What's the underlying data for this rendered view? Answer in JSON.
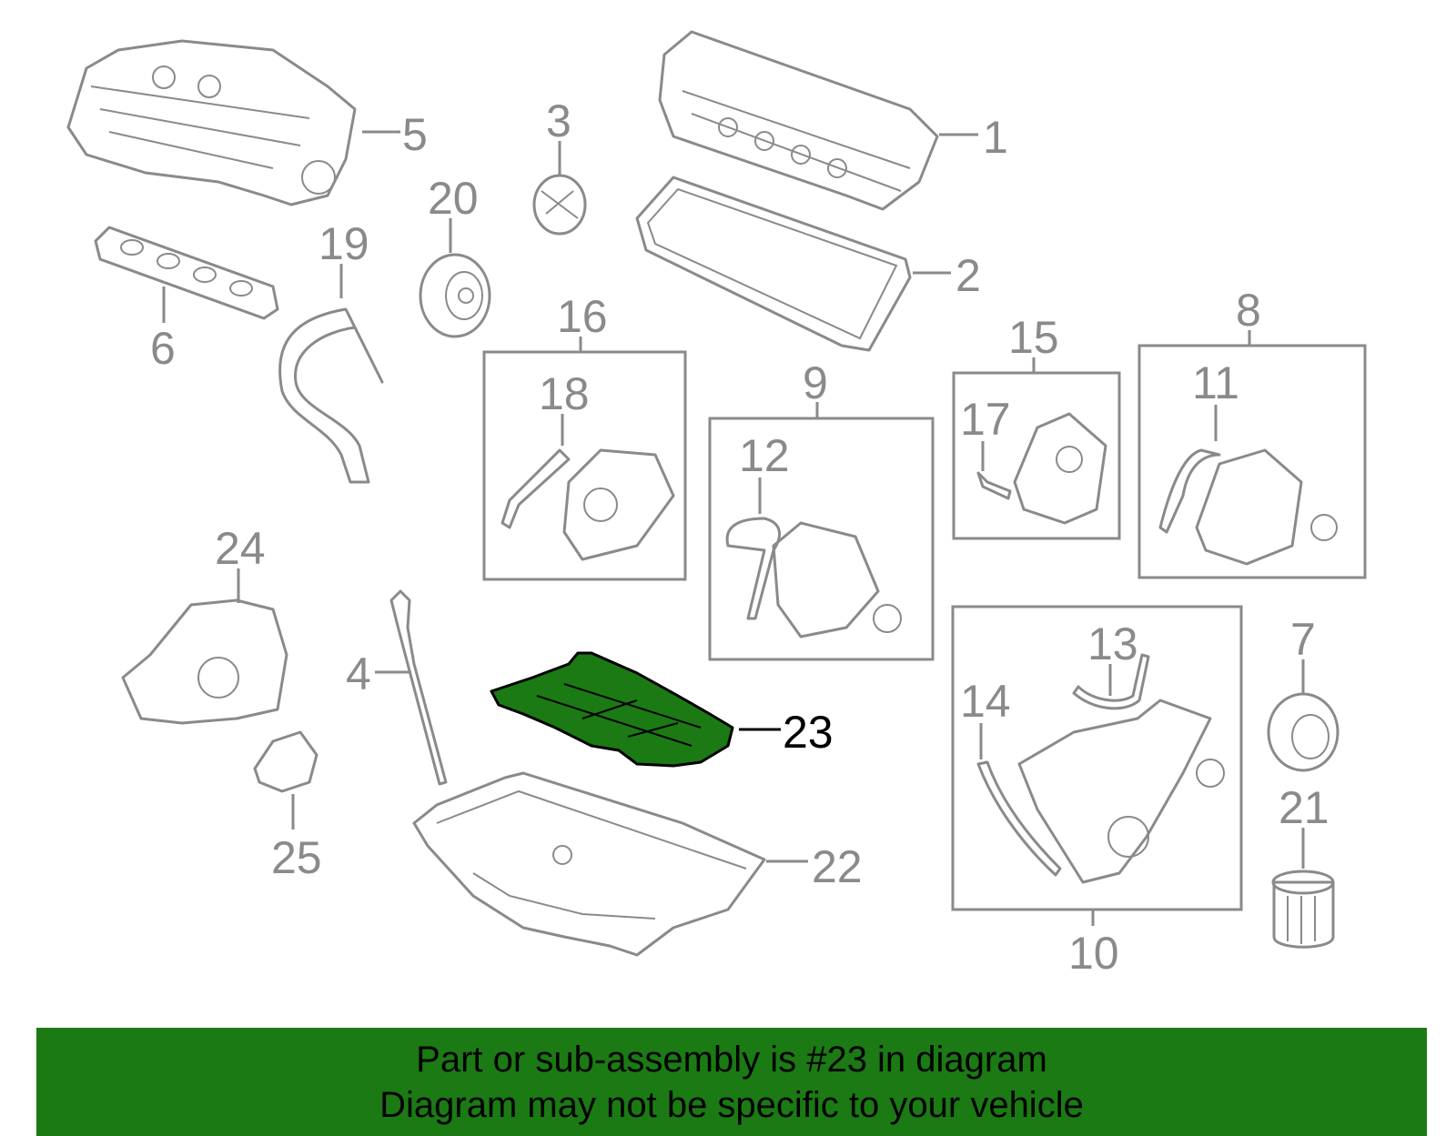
{
  "callouts": {
    "c1": "1",
    "c2": "2",
    "c3": "3",
    "c4": "4",
    "c5": "5",
    "c6": "6",
    "c7": "7",
    "c8": "8",
    "c9": "9",
    "c10": "10",
    "c11": "11",
    "c12": "12",
    "c13": "13",
    "c14": "14",
    "c15": "15",
    "c16": "16",
    "c17": "17",
    "c18": "18",
    "c19": "19",
    "c20": "20",
    "c21": "21",
    "c22": "22",
    "c23": "23",
    "c24": "24",
    "c25": "25"
  },
  "banner": {
    "line1": "Part or sub-assembly is #23 in diagram",
    "line2": "Diagram may not be specific to your vehicle"
  },
  "colors": {
    "highlight_part": "#1b7a14",
    "banner_bg": "#1b7a14",
    "line_gray": "#8a8a8a"
  }
}
